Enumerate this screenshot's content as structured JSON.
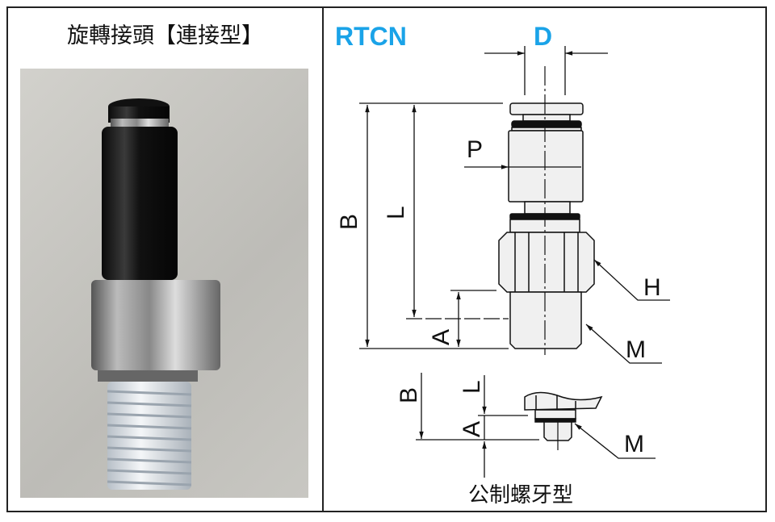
{
  "left_panel": {
    "title": "旋轉接頭【連接型】",
    "photo": "rotary-fitting-photo"
  },
  "right_panel": {
    "model": "RTCN",
    "main_diagram": {
      "labels": {
        "D": "D",
        "P": "P",
        "B": "B",
        "L": "L",
        "H": "H",
        "A": "A",
        "M": "M"
      }
    },
    "metric_diagram": {
      "labels": {
        "B": "B",
        "L": "L",
        "A": "A",
        "M": "M"
      },
      "caption": "公制螺牙型"
    }
  },
  "colors": {
    "accent": "#1aa3e8",
    "line": "#111111",
    "fill": "#f0f0f0"
  }
}
